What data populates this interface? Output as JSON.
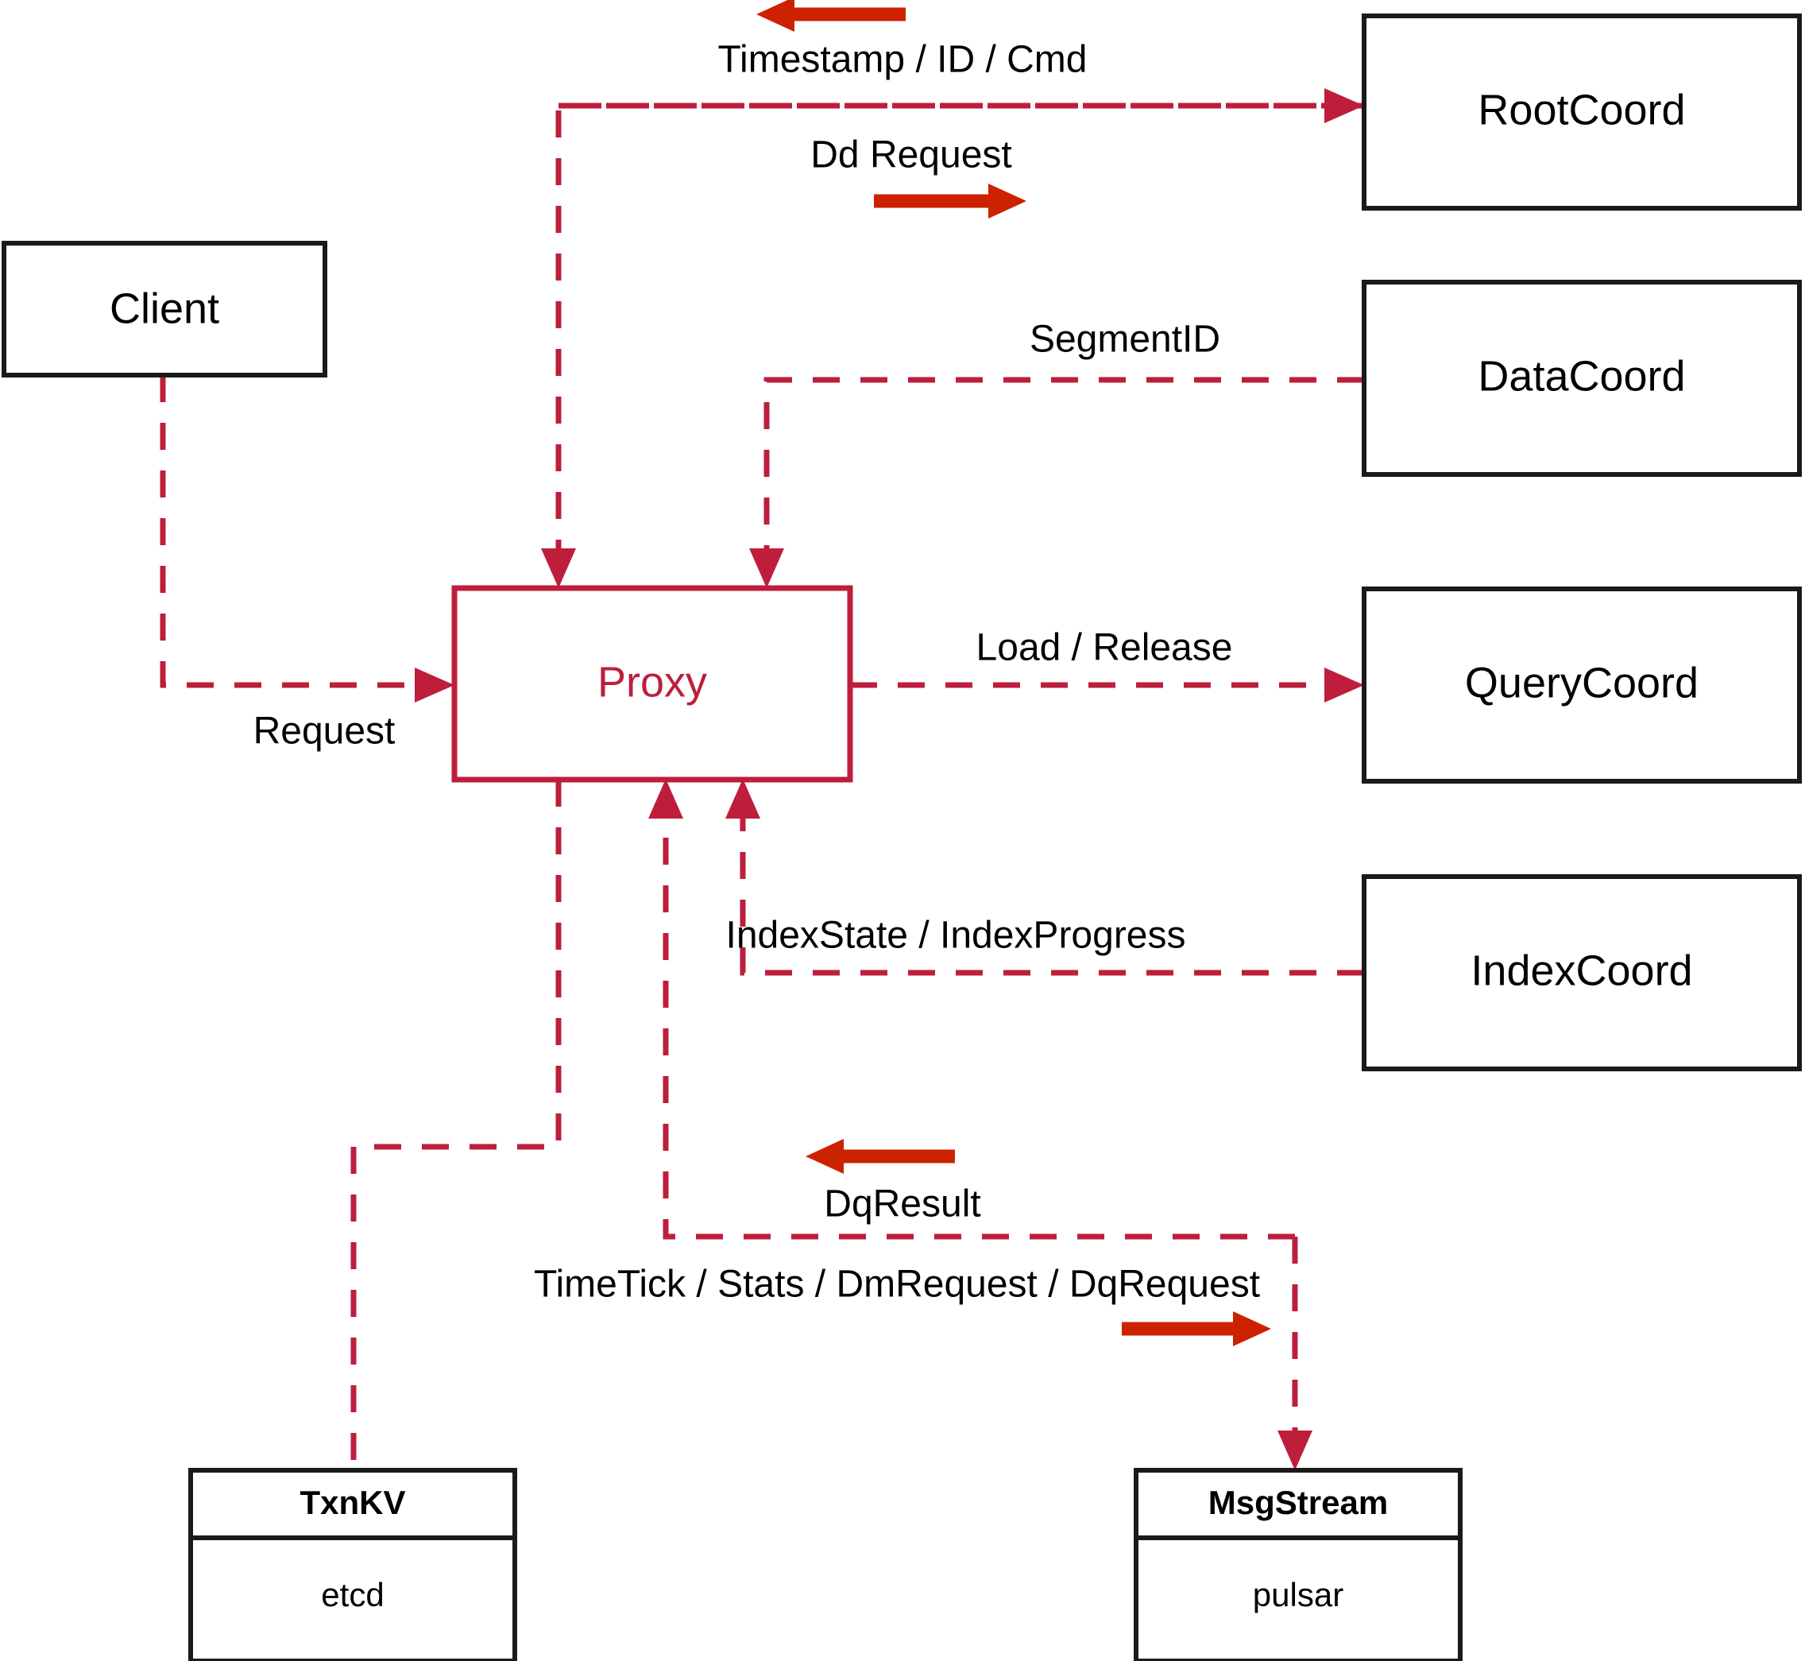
{
  "diagram": {
    "title": "Milvus Proxy interaction diagram",
    "colors": {
      "edge": "#be1e3c",
      "direction_arrow": "#cc2200",
      "node_stroke": "#1a1a1a",
      "background": "#ffffff"
    },
    "nodes": [
      {
        "id": "client",
        "label": "Client"
      },
      {
        "id": "proxy",
        "label": "Proxy"
      },
      {
        "id": "rootcoord",
        "label": "RootCoord"
      },
      {
        "id": "datacoord",
        "label": "DataCoord"
      },
      {
        "id": "querycoord",
        "label": "QueryCoord"
      },
      {
        "id": "indexcoord",
        "label": "IndexCoord"
      },
      {
        "id": "txnkv",
        "label": "TxnKV",
        "sublabel": "etcd"
      },
      {
        "id": "msgstream",
        "label": "MsgStream",
        "sublabel": "pulsar"
      }
    ],
    "edges": [
      {
        "id": "client-proxy",
        "label": "Request",
        "from": "client",
        "to": "proxy",
        "arrow": "to"
      },
      {
        "id": "proxy-rootcoord",
        "label": "Dd Request",
        "from": "proxy",
        "to": "rootcoord",
        "arrow": "to"
      },
      {
        "id": "rootcoord-proxy",
        "label": "Timestamp / ID / Cmd",
        "from": "rootcoord",
        "to": "proxy",
        "arrow": "to"
      },
      {
        "id": "datacoord-proxy",
        "label": "SegmentID",
        "from": "datacoord",
        "to": "proxy",
        "arrow": "to"
      },
      {
        "id": "proxy-querycoord",
        "label": "Load / Release",
        "from": "proxy",
        "to": "querycoord",
        "arrow": "to"
      },
      {
        "id": "indexcoord-proxy",
        "label": "IndexState / IndexProgress",
        "from": "indexcoord",
        "to": "proxy",
        "arrow": "to"
      },
      {
        "id": "msgstream-proxy",
        "label": "DqResult",
        "from": "msgstream",
        "to": "proxy",
        "arrow": "to"
      },
      {
        "id": "proxy-msgstream",
        "label": "TimeTick / Stats / DmRequest / DqRequest",
        "from": "proxy",
        "to": "msgstream",
        "arrow": "to"
      },
      {
        "id": "proxy-txnkv",
        "label": "",
        "from": "proxy",
        "to": "txnkv",
        "arrow": "none"
      }
    ],
    "direction_arrows": [
      {
        "id": "timestamp-id-cmd-arrow",
        "direction": "left",
        "for_edge": "rootcoord-proxy"
      },
      {
        "id": "dd-request-arrow",
        "direction": "right",
        "for_edge": "proxy-rootcoord"
      },
      {
        "id": "dqresult-arrow",
        "direction": "left",
        "for_edge": "msgstream-proxy"
      },
      {
        "id": "dqrequest-arrow",
        "direction": "right",
        "for_edge": "proxy-msgstream"
      }
    ]
  }
}
